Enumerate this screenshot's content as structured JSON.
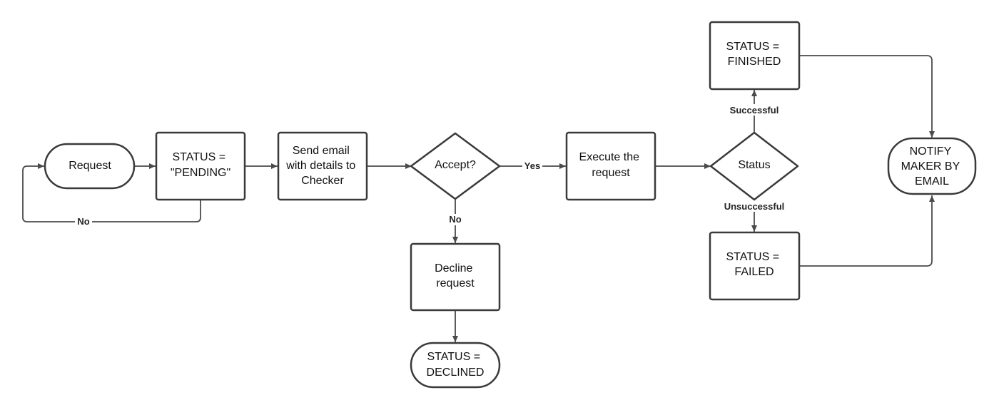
{
  "colors": {
    "shape_stroke": "#3a3a3a",
    "edge_stroke": "#4a4a4a",
    "shape_fill": "#ffffff",
    "text": "#111111"
  },
  "nodes": {
    "request": {
      "shape": "terminal",
      "lines": [
        "Request"
      ]
    },
    "status_pending": {
      "shape": "process",
      "lines": [
        "STATUS =",
        "\"PENDING\""
      ]
    },
    "send_email": {
      "shape": "process",
      "lines": [
        "Send email",
        "with details to",
        "Checker"
      ]
    },
    "accept_decision": {
      "shape": "decision",
      "lines": [
        "Accept?"
      ]
    },
    "execute_request": {
      "shape": "process",
      "lines": [
        "Execute the",
        "request"
      ]
    },
    "status_decision": {
      "shape": "decision",
      "lines": [
        "Status"
      ]
    },
    "status_finished": {
      "shape": "process",
      "lines": [
        "STATUS =",
        "FINISHED"
      ]
    },
    "status_failed": {
      "shape": "process",
      "lines": [
        "STATUS =",
        "FAILED"
      ]
    },
    "notify_maker": {
      "shape": "terminal",
      "lines": [
        "NOTIFY",
        "MAKER BY",
        "EMAIL"
      ]
    },
    "decline_request": {
      "shape": "process",
      "lines": [
        "Decline",
        "request"
      ]
    },
    "status_declined": {
      "shape": "terminal",
      "lines": [
        "STATUS =",
        "DECLINED"
      ]
    }
  },
  "edges": {
    "pending_no": {
      "from": "status_pending",
      "to": "request",
      "label": "No"
    },
    "accept_yes": {
      "from": "accept_decision",
      "to": "execute_request",
      "label": "Yes"
    },
    "accept_no": {
      "from": "accept_decision",
      "to": "decline_request",
      "label": "No"
    },
    "status_successful": {
      "from": "status_decision",
      "to": "status_finished",
      "label": "Successful"
    },
    "status_unsuccessful": {
      "from": "status_decision",
      "to": "status_failed",
      "label": "Unsuccessful"
    },
    "request_to_pending": {
      "from": "request",
      "to": "status_pending",
      "label": ""
    },
    "pending_to_email": {
      "from": "status_pending",
      "to": "send_email",
      "label": ""
    },
    "email_to_accept": {
      "from": "send_email",
      "to": "accept_decision",
      "label": ""
    },
    "execute_to_status": {
      "from": "execute_request",
      "to": "status_decision",
      "label": ""
    },
    "finished_to_notify": {
      "from": "status_finished",
      "to": "notify_maker",
      "label": ""
    },
    "failed_to_notify": {
      "from": "status_failed",
      "to": "notify_maker",
      "label": ""
    },
    "decline_to_declined": {
      "from": "decline_request",
      "to": "status_declined",
      "label": ""
    }
  }
}
